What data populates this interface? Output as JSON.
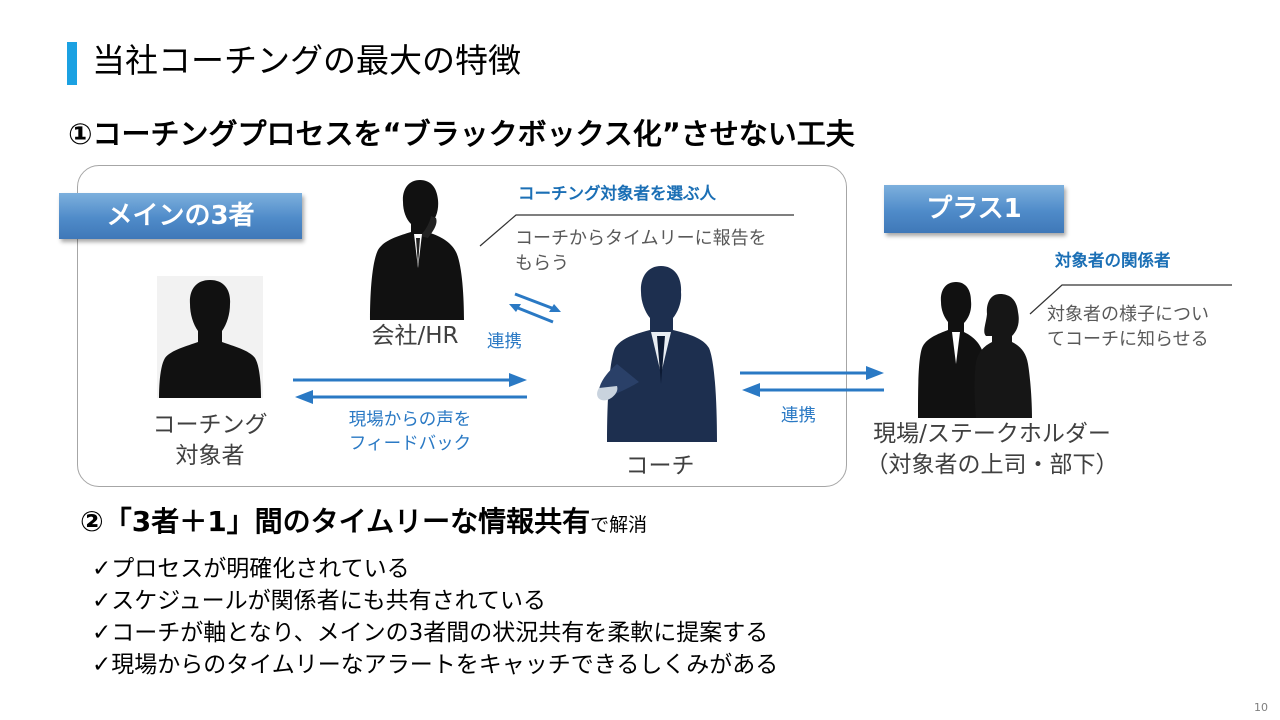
{
  "slide": {
    "title": "当社コーチングの最大の特徴",
    "subheading": "①コーチングプロセスを“ブラックボックス化”させない工夫",
    "page_number": "10"
  },
  "diagram": {
    "main_tag": "メインの3者",
    "plus_tag": "プラス1",
    "selector_heading": "コーチング対象者を選ぶ人",
    "selector_note_line1": "コーチからタイムリーに報告を",
    "selector_note_line2": "もらう",
    "company_label": "会社/HR",
    "link_left": "連携",
    "link_right": "連携",
    "coachee_line1": "コーチング",
    "coachee_line2": "対象者",
    "feedback_line1": "現場からの声を",
    "feedback_line2": "フィードバック",
    "coach_label": "コーチ",
    "stakeholder_heading": "対象者の関係者",
    "stakeholder_note_line1": "対象者の様子につい",
    "stakeholder_note_line2": "てコーチに知らせる",
    "stakeholder_line1": "現場/ステークホルダー",
    "stakeholder_line2": "（対象者の上司・部下）",
    "colors": {
      "accent_bar": "#1ba1e2",
      "tag_blue": "#4f8bc9",
      "arrow_blue": "#2a79c4",
      "heading_blue": "#1b6fb5"
    }
  },
  "summary": {
    "prefix": "②「3者＋1」間のタイムリーな情報共有",
    "suffix": "で解消"
  },
  "checklist": [
    "✓プロセスが明確化されている",
    "✓スケジュールが関係者にも共有されている",
    "✓コーチが軸となり、メインの3者間の状況共有を柔軟に提案する",
    "✓現場からのタイムリーなアラートをキャッチできるしくみがある"
  ]
}
